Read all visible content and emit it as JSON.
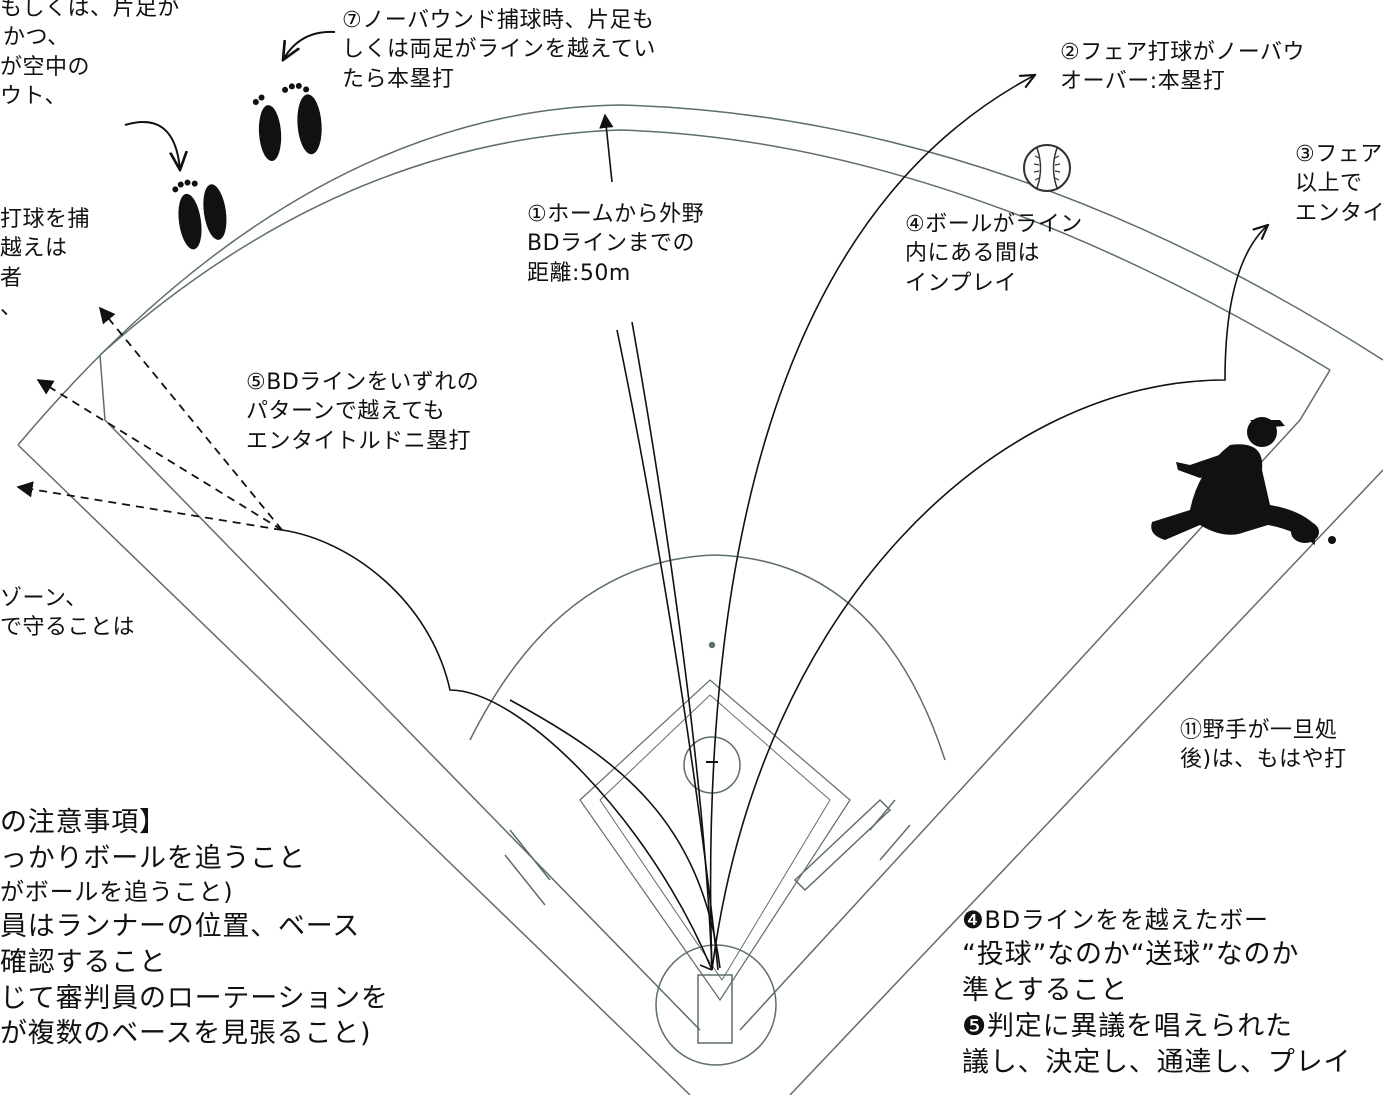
{
  "labels": {
    "top_left_fragment": [
      "もしくは、片足が",
      "かつ、",
      "が空中の",
      "ウト、"
    ],
    "note7": [
      "⑦ノーバウンド捕球時、片足も",
      "しくは両足がラインを越えてい",
      "たら本塁打"
    ],
    "note2": [
      "②フェア打球がノーバウ",
      "オーバー:本塁打"
    ],
    "note3": [
      "③フェア",
      "以上で",
      "エンタイ"
    ],
    "note1": [
      "①ホームから外野",
      "BDラインまでの",
      "距離:50m"
    ],
    "note4": [
      "④ボールがライン",
      "内にある間は",
      "インプレイ"
    ],
    "left_fragment": [
      "打球を捕",
      "越えは",
      "者",
      "、"
    ],
    "note5": [
      "⑤BDラインをいずれの",
      "パターンで越えても",
      "エンタイトルドニ塁打"
    ],
    "zone_fragment": [
      "ゾーン、",
      "で守ることは"
    ],
    "note11": [
      "⑪野手が一旦処",
      "後)は、もはや打"
    ],
    "notes_left": [
      "の注意事項】",
      "っかりボールを追うこと",
      "がボールを追うこと)",
      "員はランナーの位置、ベース",
      "確認すること",
      "じて審判員のローテーションを",
      "が複数のベースを見張ること)"
    ],
    "notes_right": [
      "❹BDラインをを越えたボー",
      "“投球”なのか“送球”なのか",
      "準とすること",
      "❺判定に異議を唱えられた",
      "議し、決定し、通達し、プレイ"
    ]
  },
  "icons": [
    "footprints-icon",
    "baseball-icon",
    "fielder-silhouette-icon",
    "baseball-field-diagram"
  ]
}
